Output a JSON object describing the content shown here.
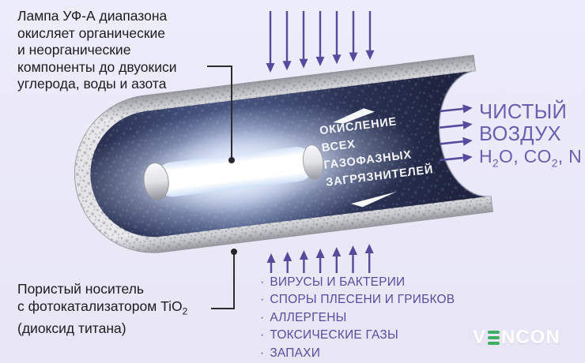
{
  "colors": {
    "background": "#e9e7f6",
    "arrow_purple": "#544b9c",
    "list_purple": "#564d9e",
    "clean_air_purple": "#6a5eae",
    "text_dark": "#1c1c1f",
    "tube_interior": "#262d4c",
    "logo_green": "#3fae62",
    "lamp_white": "#ffffff"
  },
  "top_label": {
    "text": "Лампа УФ-А диапазона\nокисляет органические\nи неорганические\nкомпоненты до двуокиси\nуглерода, воды и азота"
  },
  "bottom_label": {
    "line1": "Пористый носитель",
    "line2_prefix": "с фотокатализатором TiO",
    "line2_sub": "2",
    "line3": "(диоксид титана)"
  },
  "tube_text": {
    "line1": "ОКИСЛЕНИЕ",
    "line2": "ВСЕХ",
    "line3": "ГАЗОФАЗНЫХ",
    "line4": "ЗАГРЯЗНИТЕЛЕЙ"
  },
  "clean_air": {
    "line1": "ЧИСТЫЙ",
    "line2": "ВОЗДУХ",
    "formula": {
      "t1": "H",
      "s1": "2",
      "t2": "O, CO",
      "s2": "2",
      "t3": ", N"
    }
  },
  "pollutants": {
    "bullet": "·",
    "items": [
      "ВИРУСЫ И БАКТЕРИИ",
      "СПОРЫ ПЛЕСЕНИ И ГРИБКОВ",
      "АЛЛЕРГЕНЫ",
      "ТОКСИЧЕСКИЕ ГАЗЫ",
      "ЗАПАХИ"
    ]
  },
  "logo": {
    "prefix": "V",
    "suffix": "NCON"
  }
}
